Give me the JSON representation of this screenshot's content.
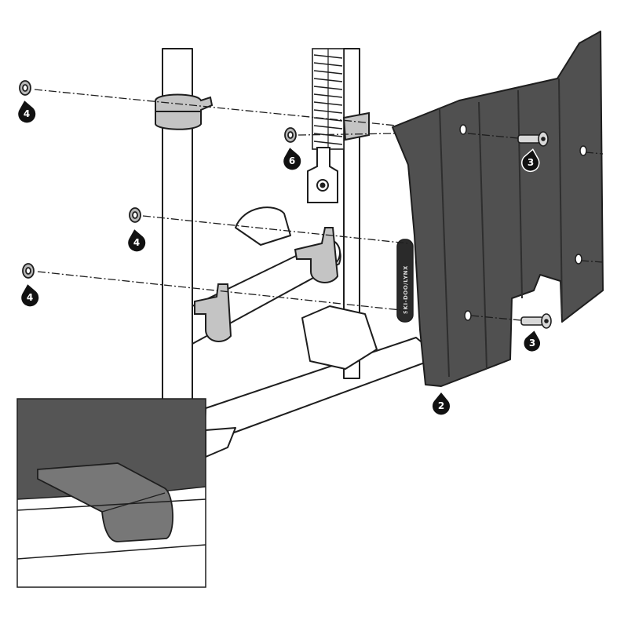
{
  "diagram": {
    "callouts": [
      {
        "id": "nut-top-left",
        "label": "4"
      },
      {
        "id": "nut-middle-left",
        "label": "4"
      },
      {
        "id": "nut-lower-left",
        "label": "4"
      },
      {
        "id": "nut-spring",
        "label": "6"
      },
      {
        "id": "bolt-upper",
        "label": "3"
      },
      {
        "id": "bolt-lower",
        "label": "3"
      },
      {
        "id": "skid-plate",
        "label": "2"
      }
    ],
    "plate_brand_text": "SKI-DOO/LYNX",
    "colors": {
      "plate": "#505050",
      "plate_rib": "#3c3c3c",
      "outline": "#1e1e1e",
      "callout": "#111111",
      "frame": "#ffffff",
      "hardware": "#b8b8b8"
    }
  }
}
